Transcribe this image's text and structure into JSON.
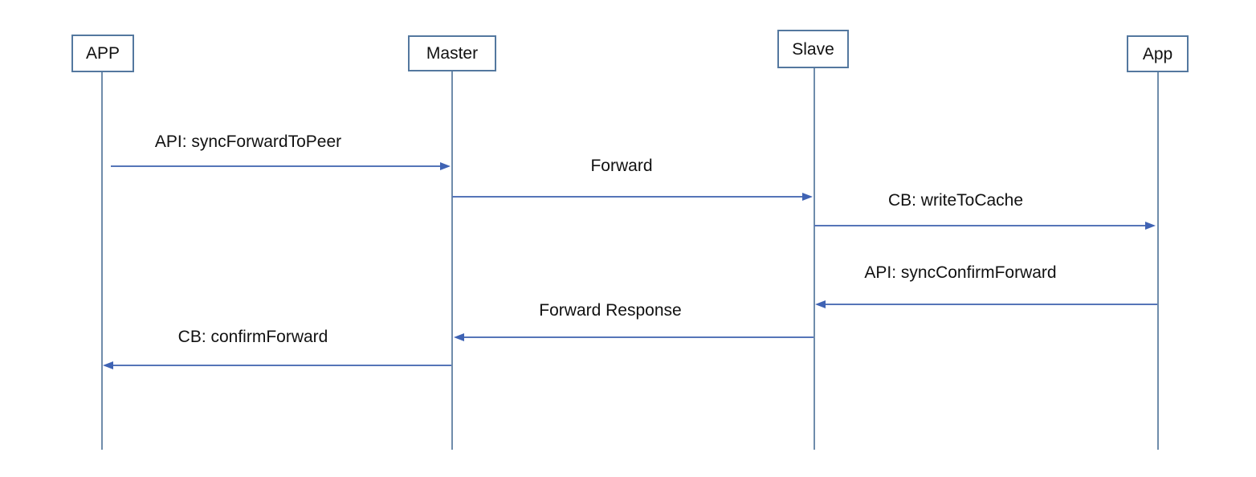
{
  "diagram": {
    "type": "sequence-diagram",
    "actors": [
      {
        "id": "app-left",
        "label": "APP"
      },
      {
        "id": "master",
        "label": "Master"
      },
      {
        "id": "slave",
        "label": "Slave"
      },
      {
        "id": "app-right",
        "label": "App"
      }
    ],
    "messages": [
      {
        "from": "APP",
        "to": "Master",
        "label": "API: syncForwardToPeer",
        "direction": "right"
      },
      {
        "from": "Master",
        "to": "Slave",
        "label": "Forward",
        "direction": "right"
      },
      {
        "from": "Slave",
        "to": "App",
        "label": "CB: writeToCache",
        "direction": "right"
      },
      {
        "from": "App",
        "to": "Slave",
        "label": "API: syncConfirmForward",
        "direction": "left"
      },
      {
        "from": "Slave",
        "to": "Master",
        "label": "Forward Response",
        "direction": "left"
      },
      {
        "from": "Master",
        "to": "APP",
        "label": "CB: confirmForward",
        "direction": "left"
      }
    ],
    "colors": {
      "actor_border": "#54789f",
      "lifeline": "#6f8cab",
      "arrow_line": "#5575b8",
      "arrowhead": "#3f63b4",
      "text": "#111111",
      "background": "#ffffff"
    }
  }
}
